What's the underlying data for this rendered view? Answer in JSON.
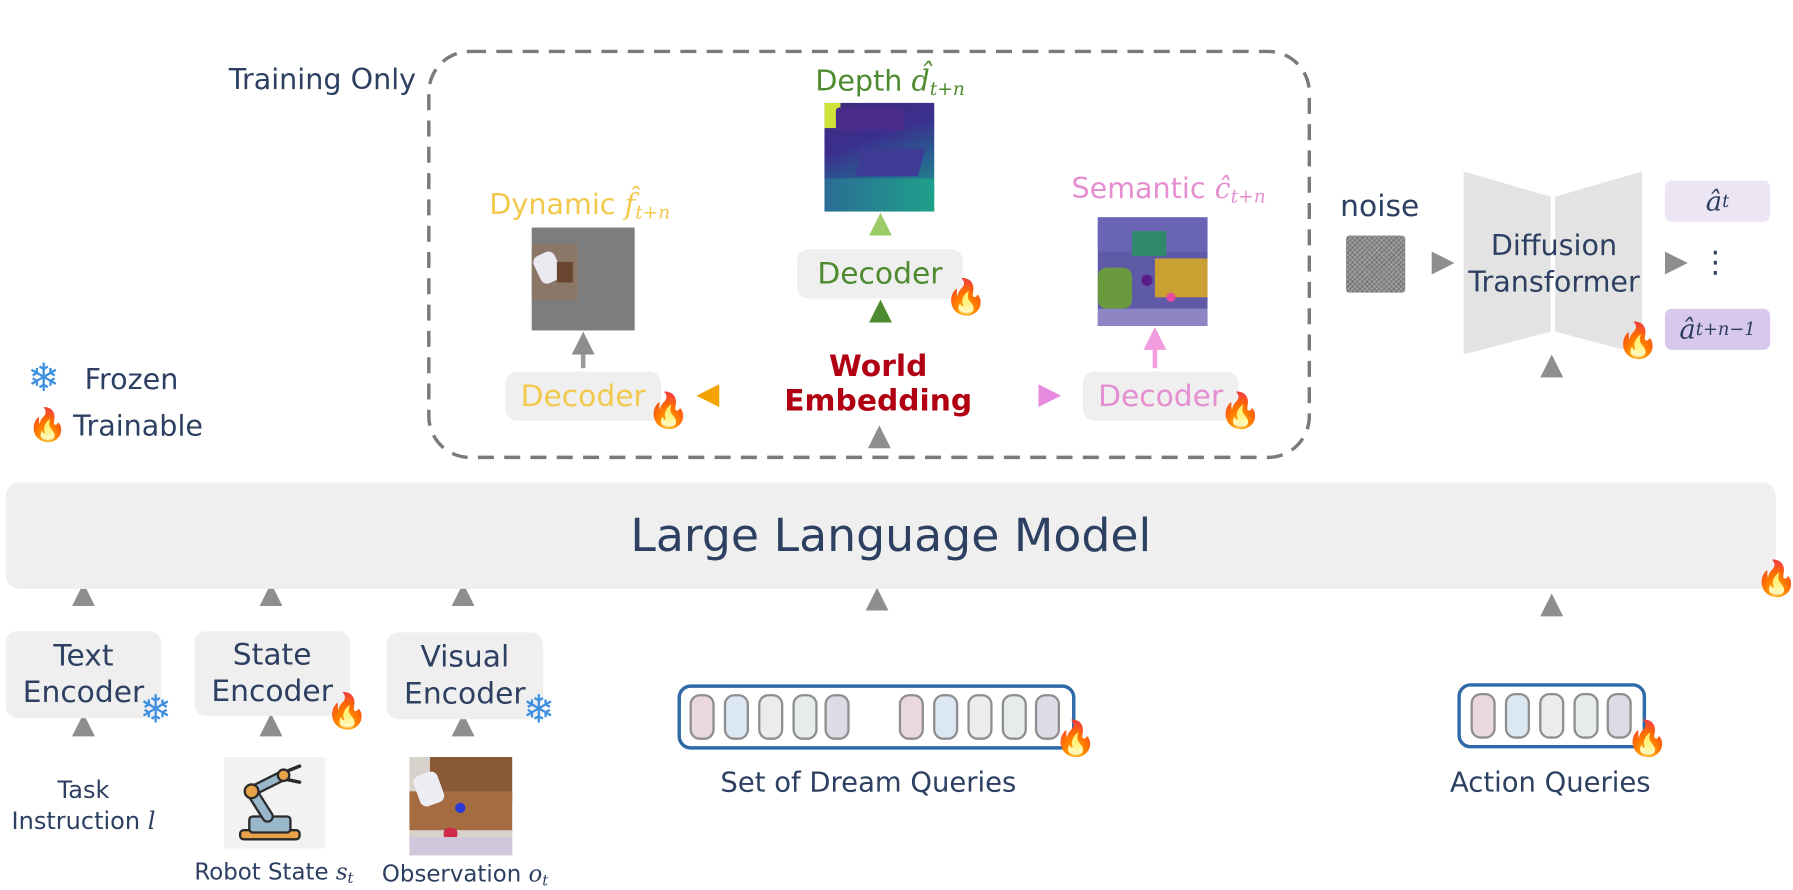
{
  "training_only": "Training Only",
  "legend": {
    "frozen": "Frozen",
    "trainable": "Trainable"
  },
  "llm": "Large Language Model",
  "world_embedding": [
    "World",
    "Embedding"
  ],
  "decoders": {
    "dynamic": "Decoder",
    "depth": "Decoder",
    "semantic": "Decoder"
  },
  "outputs": {
    "dynamic": {
      "label": "Dynamic",
      "symbol": "f̂",
      "sub": "t+n"
    },
    "depth": {
      "label": "Depth",
      "symbol": "d̂",
      "sub": "t+n"
    },
    "semantic": {
      "label": "Semantic",
      "symbol": "ĉ",
      "sub": "t+n"
    }
  },
  "noise": "noise",
  "diffusion": [
    "Diffusion",
    "Transformer"
  ],
  "actions": {
    "first": "â",
    "first_sub": "t",
    "dots": "⋮",
    "last": "â",
    "last_sub": "t+n−1"
  },
  "encoders": {
    "text": [
      "Text",
      "Encoder"
    ],
    "state": [
      "State",
      "Encoder"
    ],
    "visual": [
      "Visual",
      "Encoder"
    ]
  },
  "inputs": {
    "task": [
      "Task",
      "Instruction"
    ],
    "task_sym": "l",
    "robot": "Robot State",
    "robot_sym": "s",
    "robot_sub": "t",
    "obs": "Observation",
    "obs_sym": "o",
    "obs_sub": "t"
  },
  "queries": {
    "dream": "Set of Dream Queries",
    "action": "Action Queries"
  },
  "icons": {
    "frozen": "snowflake-icon",
    "trainable": "fire-icon"
  },
  "colors": {
    "dynamic": "#f2c94c",
    "depth": "#4e8a2f",
    "semantic": "#e58fd1",
    "world": "#b00012",
    "text": "#2d4061",
    "query_border": "#2f6aa8",
    "action_fill": "#ece6f4"
  }
}
